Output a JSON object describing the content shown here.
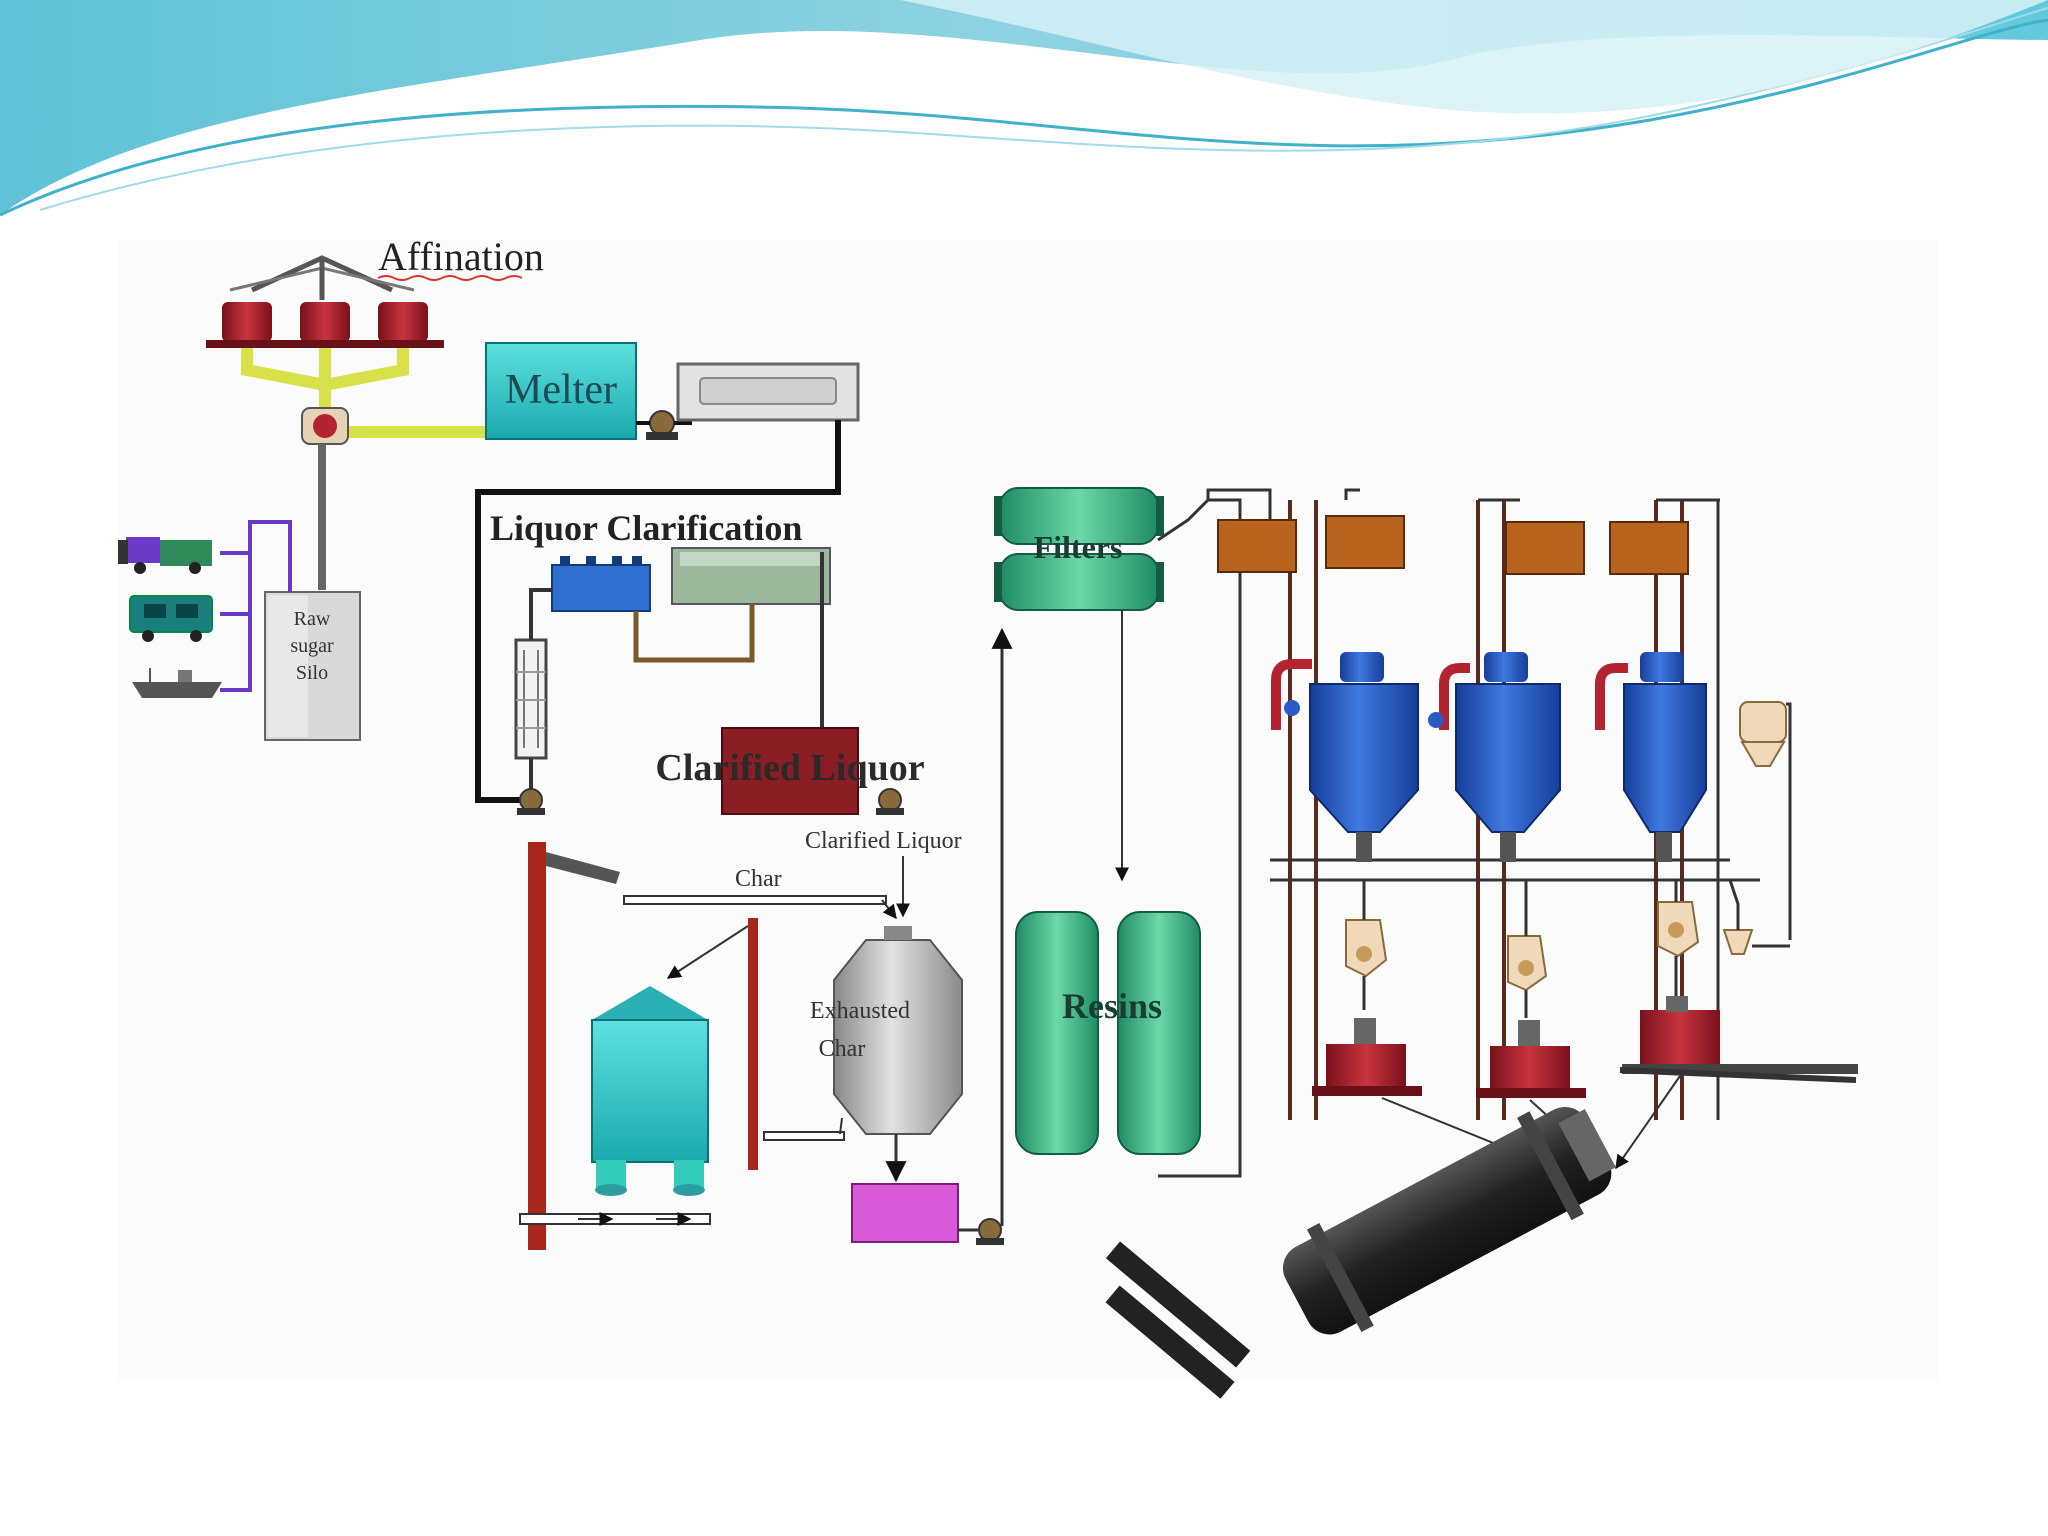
{
  "labels": {
    "affination": "Affination",
    "melter": "Melter",
    "liquor_clarification": "Liquor Clarification",
    "filters": "Filters",
    "clarified_liquor_tank": "Clarified Liquor",
    "clarified_liquor_line": "Clarified Liquor",
    "char": "Char",
    "exhausted_char_1": "Exhausted",
    "exhausted_char_2": "Char",
    "resins": "Resins",
    "raw_sugar_silo_1": "Raw",
    "raw_sugar_silo_2": "sugar",
    "raw_sugar_silo_3": "Silo"
  },
  "colors": {
    "banner_dark": "#7fc6d8",
    "banner_light": "#bfe7ef",
    "centrifuge_red": "#b32430",
    "melter_teal": "#2ec4c4",
    "filter_green": "#3cae86",
    "evaporator_blue": "#2b59c6",
    "feed_tank_brown": "#b8641e",
    "pipe_yellow": "#d8e04a",
    "pipe_black": "#111111",
    "char_tank_pink": "#d85ad8",
    "dryer_dark": "#2d2d2d"
  }
}
